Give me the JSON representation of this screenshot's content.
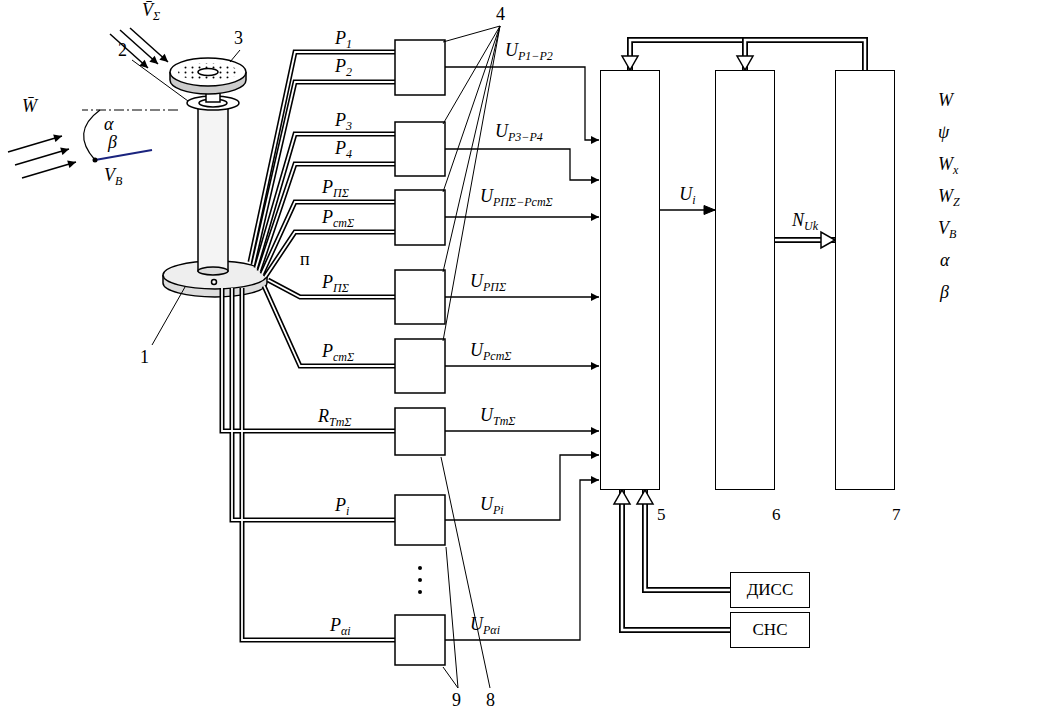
{
  "diagram": {
    "nodes": [
      {
        "text": [
          "5"
        ]
      },
      {
        "text": [
          "6"
        ]
      },
      {
        "text": [
          "7"
        ]
      },
      {
        "text": [
          "ДИСС"
        ]
      },
      {
        "text": [
          "СНС"
        ]
      }
    ],
    "edges": [
      {
        "from": 0,
        "to": 1,
        "arrow": "to",
        "label": "Ui"
      },
      {
        "from": 1,
        "to": 2,
        "arrow": "to",
        "label": "NUk"
      },
      {
        "from": 2,
        "to": 0,
        "arrow": "to"
      },
      {
        "from": 2,
        "to": 1,
        "arrow": "to"
      },
      {
        "from": 3,
        "to": 0,
        "arrow": "to"
      },
      {
        "from": 4,
        "to": 0,
        "arrow": "to"
      }
    ],
    "labels": [
      "V̄Σ",
      "W̄",
      "α",
      "β",
      "VВ",
      "1",
      "2",
      "3",
      "4",
      "P1",
      "P2",
      "P3",
      "P4",
      "PПΣ",
      "PстΣ",
      "п",
      "PПΣ",
      "PстΣ",
      "RTтΣ",
      "Pi",
      "Pαi",
      "UP1−P2",
      "UP3−P4",
      "UPПΣ−PстΣ",
      "UPПΣ",
      "UPстΣ",
      "UTтΣ",
      "UPi",
      "UPαi",
      "8",
      "9",
      "W",
      "ψ",
      "Wx",
      "WZ",
      "VВ",
      "α",
      "β"
    ]
  }
}
